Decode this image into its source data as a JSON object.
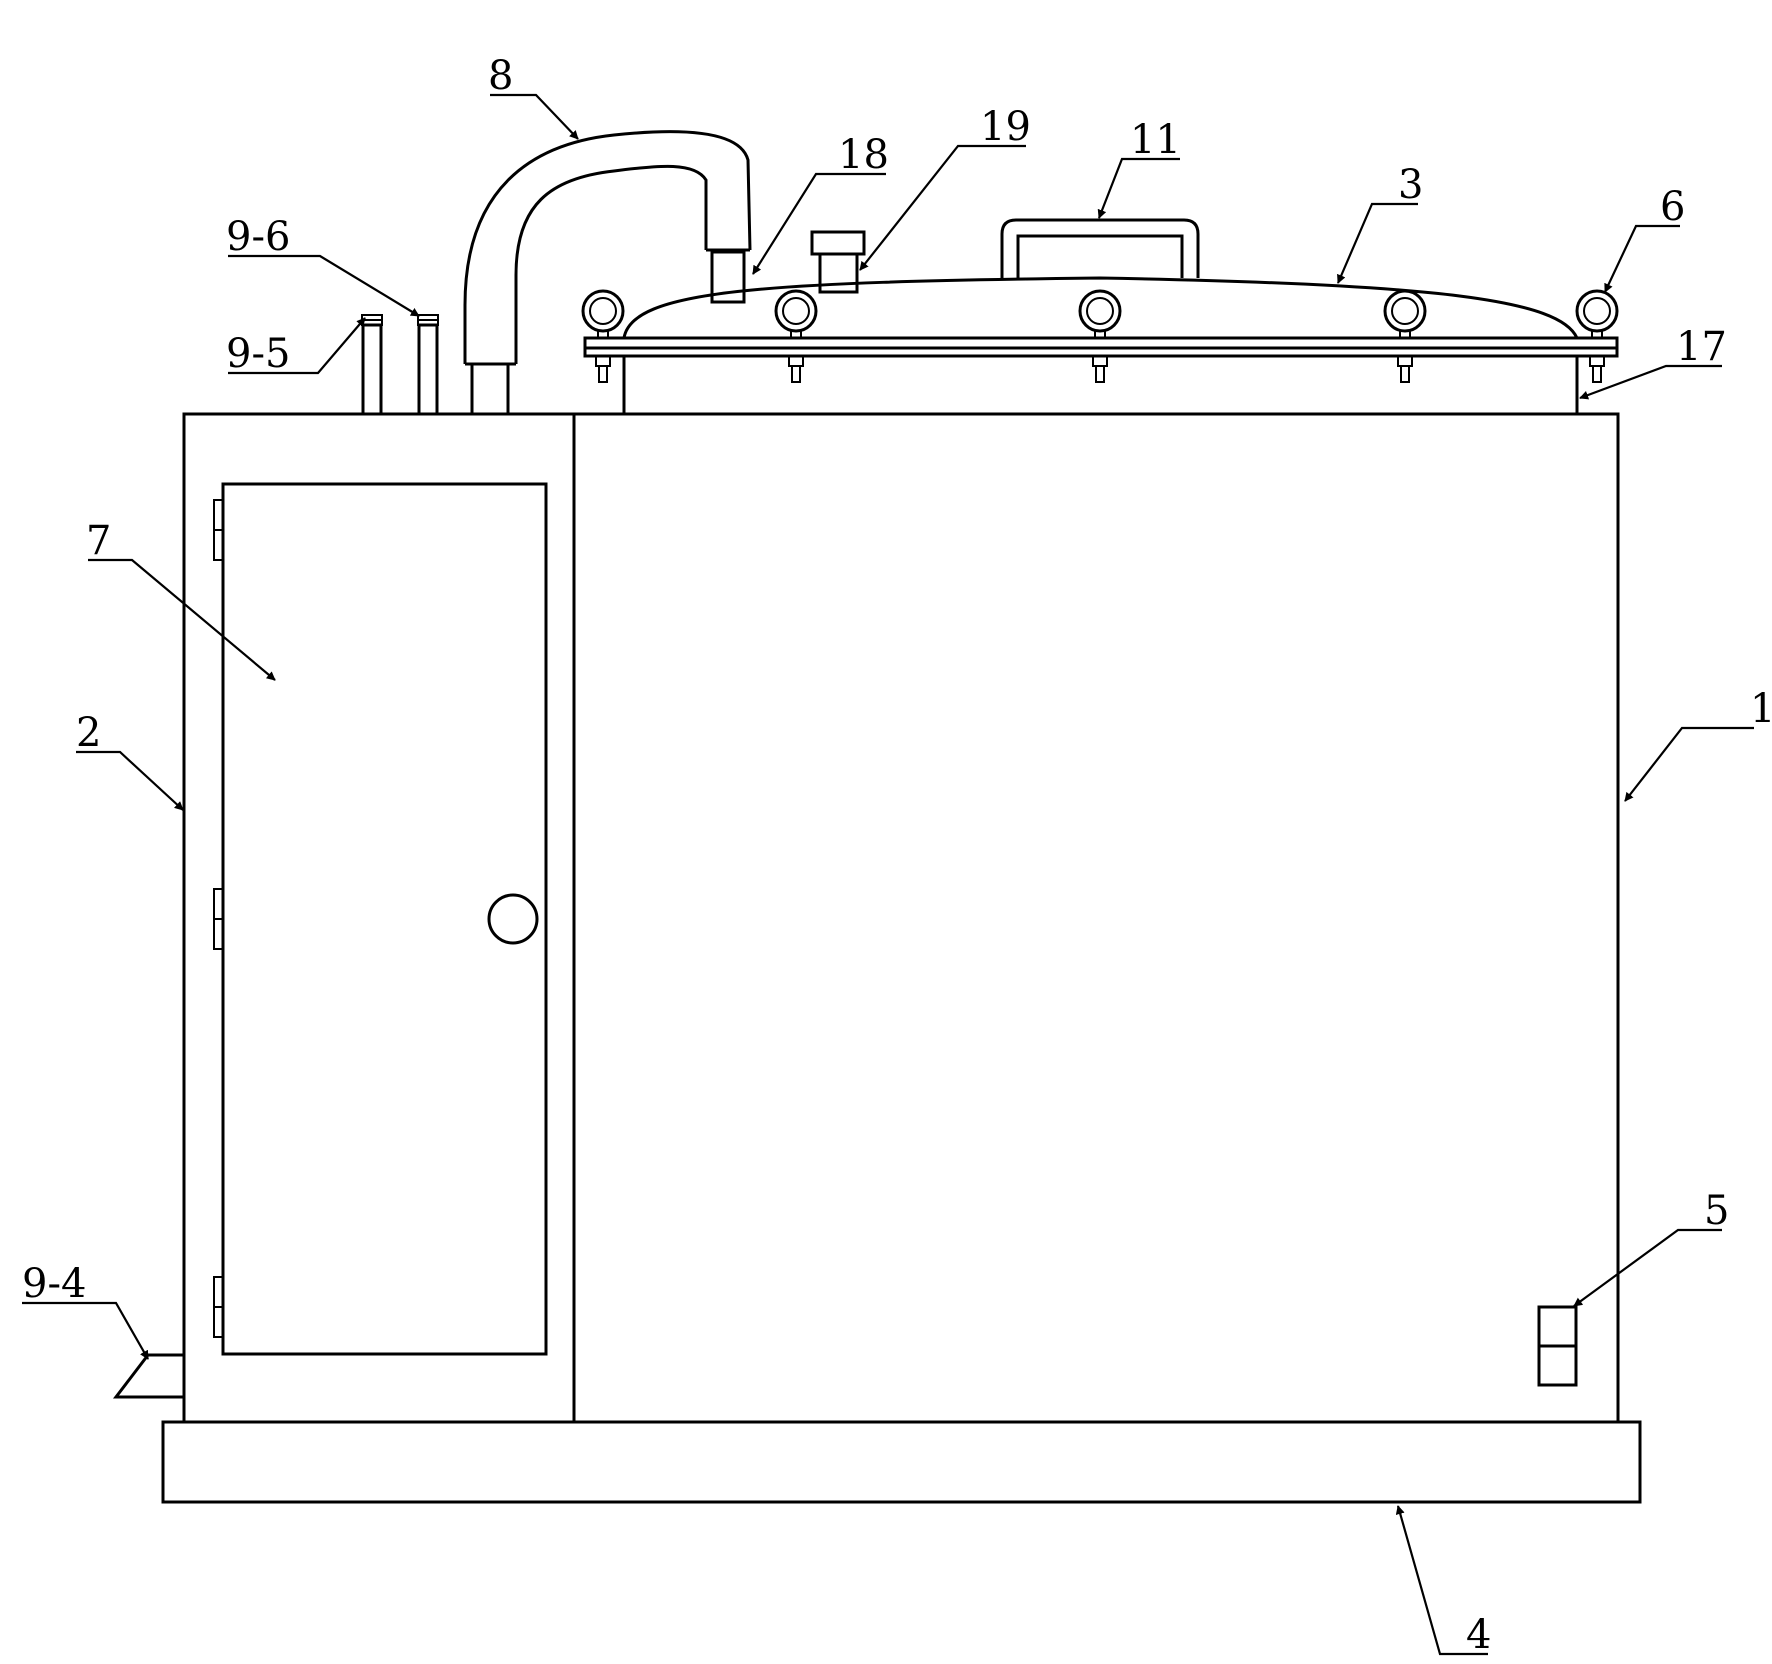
{
  "labels": {
    "l1": "1",
    "l2": "2",
    "l3": "3",
    "l4": "4",
    "l5": "5",
    "l6": "6",
    "l7": "7",
    "l8": "8",
    "l11": "11",
    "l17": "17",
    "l18": "18",
    "l19": "19",
    "l9_4": "9-4",
    "l9_5": "9-5",
    "l9_6": "9-6"
  },
  "colors": {
    "stroke": "#000000",
    "background": "#ffffff"
  }
}
